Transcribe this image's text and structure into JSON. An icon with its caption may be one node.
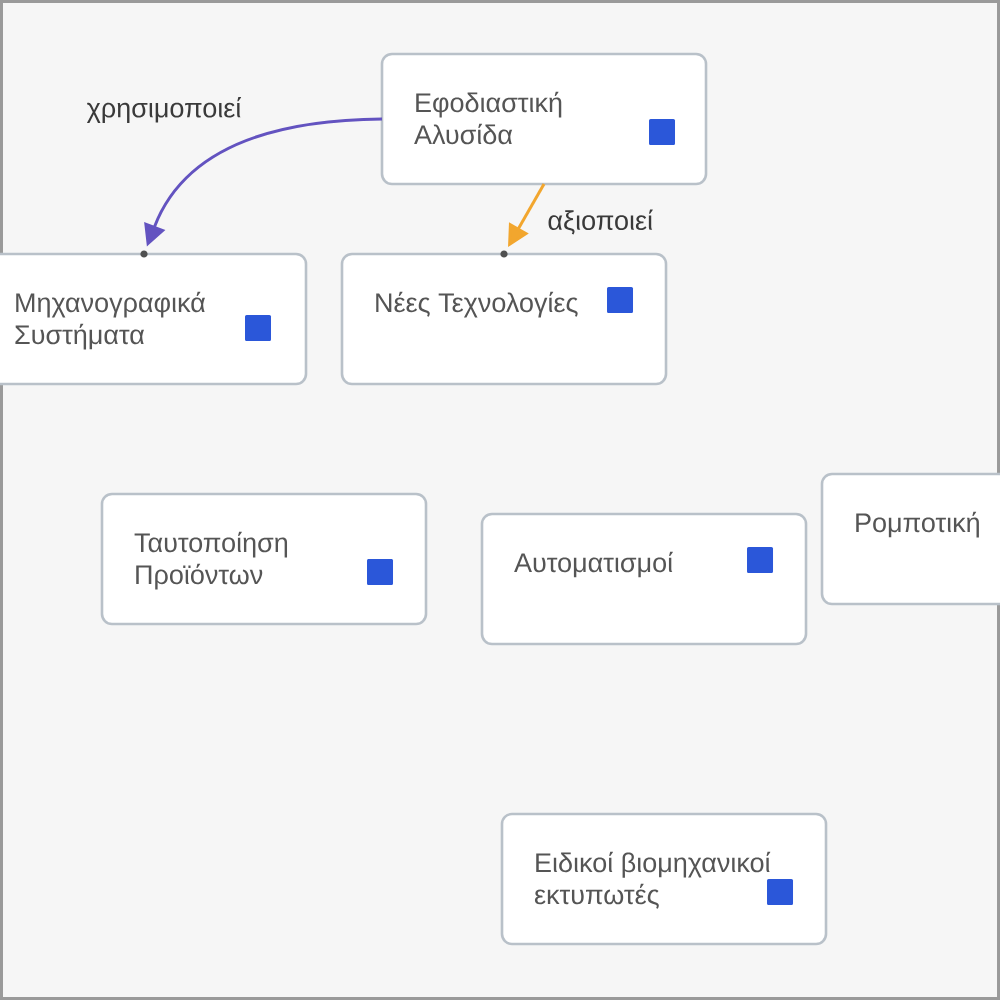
{
  "diagram": {
    "nodes": [
      {
        "text": [
          "Εφοδιαστική Αλυσίδα"
        ]
      },
      {
        "text": [
          "Μηχανογραφικά Συστήματα"
        ]
      },
      {
        "text": [
          "Νέες Τεχνολογίες"
        ]
      },
      {
        "text": [
          "Ταυτοποίηση Προϊόντων"
        ]
      },
      {
        "text": [
          "Αυτοματισμοί"
        ]
      },
      {
        "text": [
          "Ρομποτική"
        ]
      },
      {
        "text": [
          "Ειδικοί βιομηχανικοί εκτυπωτές"
        ]
      }
    ],
    "edges": [
      {
        "from": 0,
        "to": 1,
        "arrow": "to",
        "label": "χρησιμοποιεί",
        "color": "#6353c0"
      },
      {
        "from": 0,
        "to": 2,
        "arrow": "to",
        "label": "αξιοποιεί",
        "color": "#f2a62e"
      }
    ]
  }
}
